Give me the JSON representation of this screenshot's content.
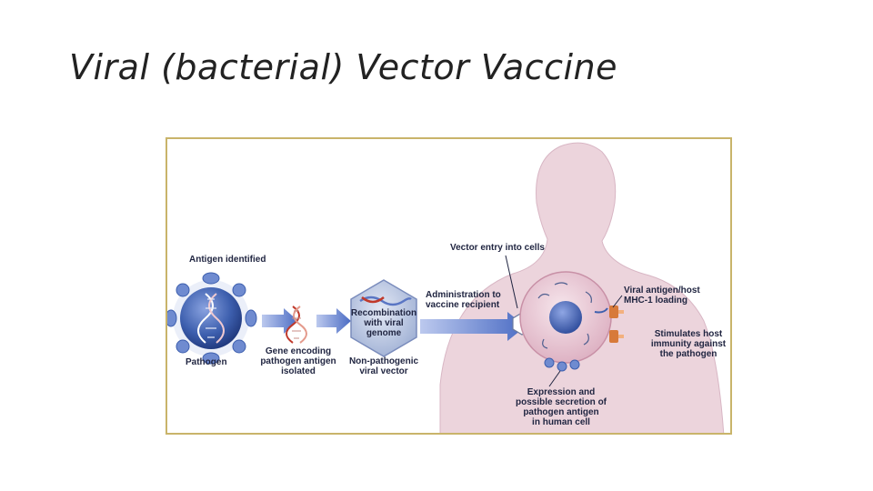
{
  "title": "Viral (bacterial) Vector Vaccine",
  "labels": {
    "antigen_identified": "Antigen identified",
    "pathogen": "Pathogen",
    "gene_encoding": "Gene encoding\npathogen antigen\nisolated",
    "recombination": "Recombination\nwith viral\ngenome",
    "non_pathogenic": "Non-pathogenic\nviral vector",
    "administration": "Administration to\nvaccine recipient",
    "vector_entry": "Vector entry into cells",
    "viral_antigen": "Viral antigen/host\nMHC-1 loading",
    "stimulates": "Stimulates host\nimmunity against\nthe pathogen",
    "expression": "Expression and\npossible secretion of\npathogen antigen\nin human cell"
  },
  "colors": {
    "border": "#c9b46a",
    "pathogen_blue": "#3d5fae",
    "arrow_blue": "#4b6cc4",
    "body_pink": "#ecd4dc",
    "cell_pink": "#dcaec0",
    "receptor_orange": "#d77a3a"
  }
}
